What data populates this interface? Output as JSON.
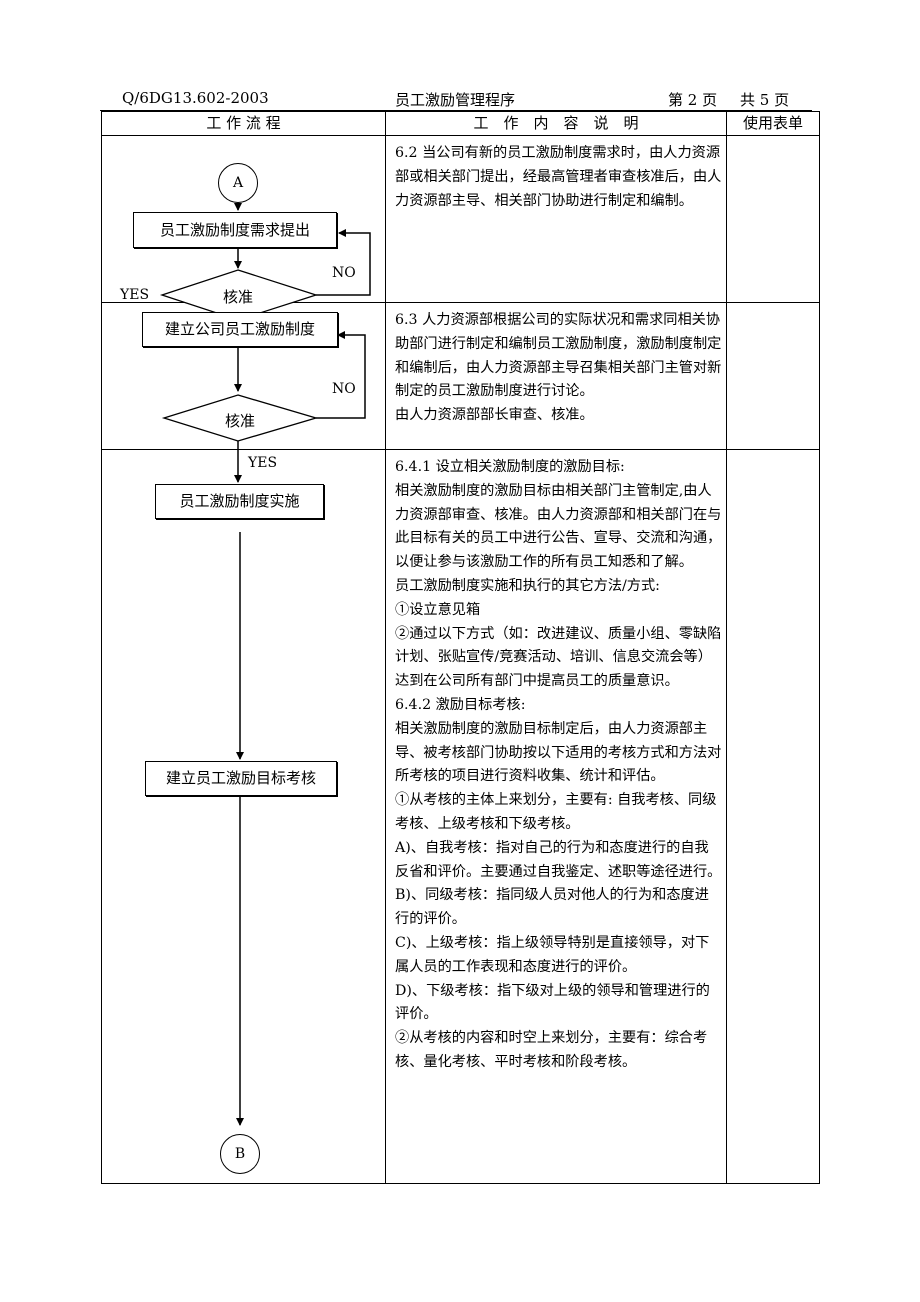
{
  "header": {
    "doc_no": "Q/6DG13.602-2003",
    "title": "员工激励管理程序",
    "page": "第 2 页",
    "total": "共 5 页"
  },
  "table": {
    "col1": "工 作 流 程",
    "col2": "工　作　内　容　说　明",
    "col3": "使用表单"
  },
  "flow": {
    "row1": {
      "connector": "A",
      "box": "员工激励制度需求提出",
      "diamond": "核准",
      "yes": "YES",
      "no": "NO"
    },
    "row2": {
      "box": "建立公司员工激励制度",
      "diamond": "核准",
      "no": "NO"
    },
    "row3": {
      "yes": "YES",
      "box1": "员工激励制度实施",
      "box2": "建立员工激励目标考核",
      "connector": "B"
    }
  },
  "content": {
    "row1": [
      "6.2 当公司有新的员工激励制度需求时，由人力资源部或相关部门提出，经最高管理者审查核准后，由人力资源部主导、相关部门协助进行制定和编制。"
    ],
    "row2": [
      "6.3 人力资源部根据公司的实际状况和需求同相关协助部门进行制定和编制员工激励制度，激励制度制定和编制后，由人力资源部主导召集相关部门主管对新制定的员工激励制度进行讨论。",
      "由人力资源部部长审查、核准。"
    ],
    "row3": [
      "6.4.1 设立相关激励制度的激励目标:",
      "相关激励制度的激励目标由相关部门主管制定,由人力资源部审查、核准。由人力资源部和相关部门在与此目标有关的员工中进行公告、宣导、交流和沟通，以便让参与该激励工作的所有员工知悉和了解。",
      "员工激励制度实施和执行的其它方法/方式:",
      "①设立意见箱",
      "②通过以下方式（如：改进建议、质量小组、零缺陷计划、张贴宣传/竞赛活动、培训、信息交流会等）达到在公司所有部门中提高员工的质量意识。",
      "6.4.2 激励目标考核:",
      "相关激励制度的激励目标制定后，由人力资源部主导、被考核部门协助按以下适用的考核方式和方法对所考核的项目进行资料收集、统计和评估。",
      "①从考核的主体上来划分，主要有: 自我考核、同级考核、上级考核和下级考核。",
      "A)、自我考核：指对自己的行为和态度进行的自我反省和评价。主要通过自我鉴定、述职等途径进行。",
      "B)、同级考核：指同级人员对他人的行为和态度进行的评价。",
      "C)、上级考核：指上级领导特别是直接领导，对下属人员的工作表现和态度进行的评价。",
      "D)、下级考核：指下级对上级的领导和管理进行的评价。",
      "②从考核的内容和时空上来划分，主要有：综合考核、量化考核、平时考核和阶段考核。"
    ]
  }
}
